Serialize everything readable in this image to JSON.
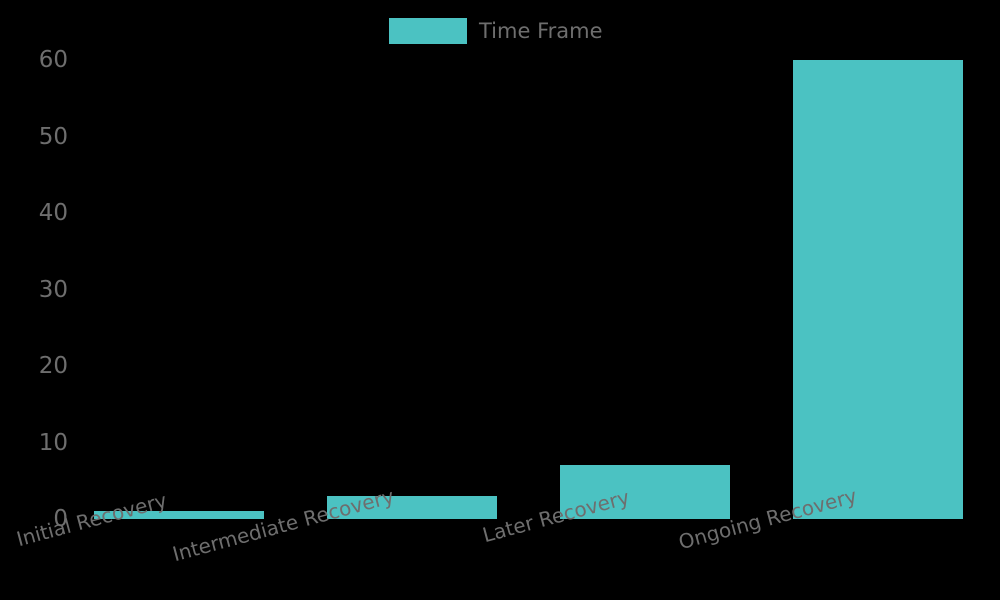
{
  "chart_data": {
    "type": "bar",
    "title": "",
    "subtitle": "",
    "xlabel": "",
    "ylabel": "",
    "categories": [
      "Initial Recovery",
      "Intermediate Recovery",
      "Later Recovery",
      "Ongoing Recovery"
    ],
    "series": [
      {
        "name": "Time Frame",
        "values": [
          1,
          3,
          7,
          60
        ],
        "color": "#4bc2c2"
      }
    ],
    "ylim": [
      0,
      60
    ],
    "yticks": [
      0,
      10,
      20,
      30,
      40,
      50,
      60
    ],
    "ytick_labels": [
      "0",
      "10",
      "20",
      "30",
      "40",
      "50",
      "60"
    ],
    "xtick_rotation": -15,
    "grid": false,
    "legend": {
      "position": "top-center",
      "entries": [
        {
          "label": "Time Frame",
          "color": "#4bc2c2"
        }
      ]
    },
    "background_color": "#000000",
    "text_color": "#6e6e6e",
    "accent_color": "#4bc2c2"
  },
  "legend": {
    "entry_label": "Time Frame"
  }
}
